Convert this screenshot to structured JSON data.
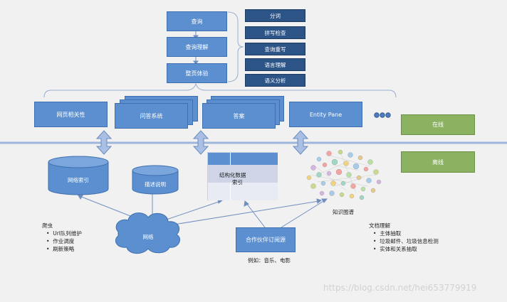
{
  "query_pipeline": [
    "查询",
    "查询理解",
    "整页体验"
  ],
  "query_understanding_items": [
    "分词",
    "拼写检查",
    "查询重写",
    "语言理解",
    "语义分析"
  ],
  "online_components": [
    "网页相关性",
    "问答系统",
    "答案",
    "Entity Pane"
  ],
  "online_label": "在线",
  "offline_label": "离线",
  "offline": {
    "web_index": "网络索引",
    "description": "描述说明",
    "structured_index_line1": "结构化数据",
    "structured_index_line2": "索引",
    "knowledge_graph": "知识图谱",
    "network": "网络",
    "partner_source": "合作伙伴订阅源",
    "partner_example": "例如：音乐、电影"
  },
  "crawler": {
    "title": "爬虫",
    "items": [
      "Url队列维护",
      "作业调度",
      "刷新策略"
    ]
  },
  "doc_understanding": {
    "title": "文档理解",
    "items": [
      "主体抽取",
      "垃圾邮件、垃圾信息检测",
      "实体和关系抽取"
    ]
  },
  "watermark": "https://blog.csdn.net/hei653779919",
  "colors": {
    "box_blue": "#5b8fd0",
    "dark_blue": "#2d5487",
    "green": "#8ab260",
    "line": "#9fb6dc"
  }
}
